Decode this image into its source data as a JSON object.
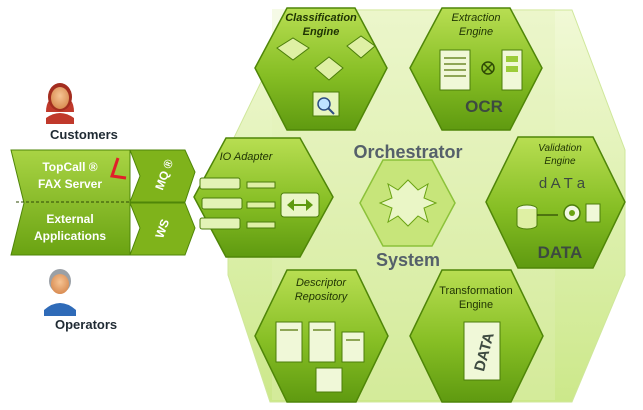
{
  "actors": {
    "customers_label": "Customers",
    "operators_label": "Operators"
  },
  "left_panel": {
    "topcall_line1": "TopCall ®",
    "topcall_line2": "FAX Server",
    "external_line1": "External",
    "external_line2": "Applications"
  },
  "connectors": {
    "mq_label": "MQ ®",
    "ws_label": "WS"
  },
  "hexagons": {
    "io_adapter": "IO Adapter",
    "classification_line1": "Classification",
    "classification_line2": "Engine",
    "extraction_line1": "Extraction",
    "extraction_line2": "Engine",
    "extraction_ocr": "OCR",
    "validation_line1": "Validation",
    "validation_line2": "Engine",
    "validation_scribble": "d A T a",
    "validation_data": "DATA",
    "transformation_line1": "Transformation",
    "transformation_line2": "Engine",
    "transformation_data": "DATA",
    "descriptor_line1": "Descriptor",
    "descriptor_line2": "Repository"
  },
  "center": {
    "title_top": "Orchestrator",
    "title_bottom": "System"
  },
  "colors": {
    "hex_dark": "#6aa312",
    "hex_light": "#b5db4c",
    "lattice": "#d5eba0",
    "text_dark": "#2f4a06",
    "center_text": "#55606a"
  },
  "icons": [
    "customer-icon",
    "operator-icon",
    "fax-icon",
    "puzzle-icon",
    "magnifier-icon",
    "ocr-icon",
    "database-icon",
    "plug-icon",
    "gear-icon",
    "document-icon"
  ]
}
